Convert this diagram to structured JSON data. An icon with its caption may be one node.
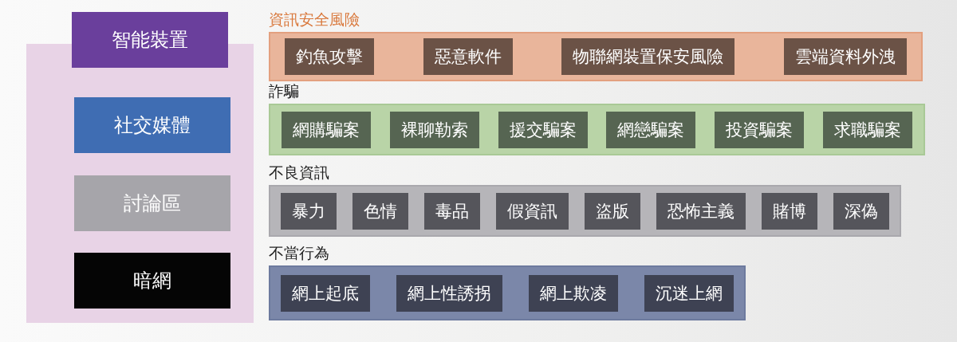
{
  "diagram": {
    "nodes": [
      {
        "text": [
          "智能裝置"
        ]
      },
      {
        "text": [
          "社交媒體"
        ]
      },
      {
        "text": [
          "討論區"
        ]
      },
      {
        "text": [
          "暗網"
        ]
      },
      {
        "text": [
          "資訊安全風險"
        ]
      },
      {
        "text": [
          "釣魚攻擊"
        ],
        "in": 4
      },
      {
        "text": [
          "惡意軟件"
        ],
        "in": 4
      },
      {
        "text": [
          "物聯網裝置保安風險"
        ],
        "in": 4
      },
      {
        "text": [
          "雲端資料外洩"
        ],
        "in": 4
      },
      {
        "text": [
          "詐騙"
        ]
      },
      {
        "text": [
          "網購騙案"
        ],
        "in": 9
      },
      {
        "text": [
          "裸聊勒索"
        ],
        "in": 9
      },
      {
        "text": [
          "援交騙案"
        ],
        "in": 9
      },
      {
        "text": [
          "網戀騙案"
        ],
        "in": 9
      },
      {
        "text": [
          "投資騙案"
        ],
        "in": 9
      },
      {
        "text": [
          "求職騙案"
        ],
        "in": 9
      },
      {
        "text": [
          "不良資訊"
        ]
      },
      {
        "text": [
          "暴力"
        ],
        "in": 16
      },
      {
        "text": [
          "色情"
        ],
        "in": 16
      },
      {
        "text": [
          "毒品"
        ],
        "in": 16
      },
      {
        "text": [
          "假資訊"
        ],
        "in": 16
      },
      {
        "text": [
          "盜版"
        ],
        "in": 16
      },
      {
        "text": [
          "恐怖主義"
        ],
        "in": 16
      },
      {
        "text": [
          "賭博"
        ],
        "in": 16
      },
      {
        "text": [
          "深偽"
        ],
        "in": 16
      },
      {
        "text": [
          "不當行為"
        ]
      },
      {
        "text": [
          "網上起底"
        ],
        "in": 25
      },
      {
        "text": [
          "網上性誘拐"
        ],
        "in": 25
      },
      {
        "text": [
          "網上欺凌"
        ],
        "in": 25
      },
      {
        "text": [
          "沉迷上網"
        ],
        "in": 25
      }
    ]
  }
}
